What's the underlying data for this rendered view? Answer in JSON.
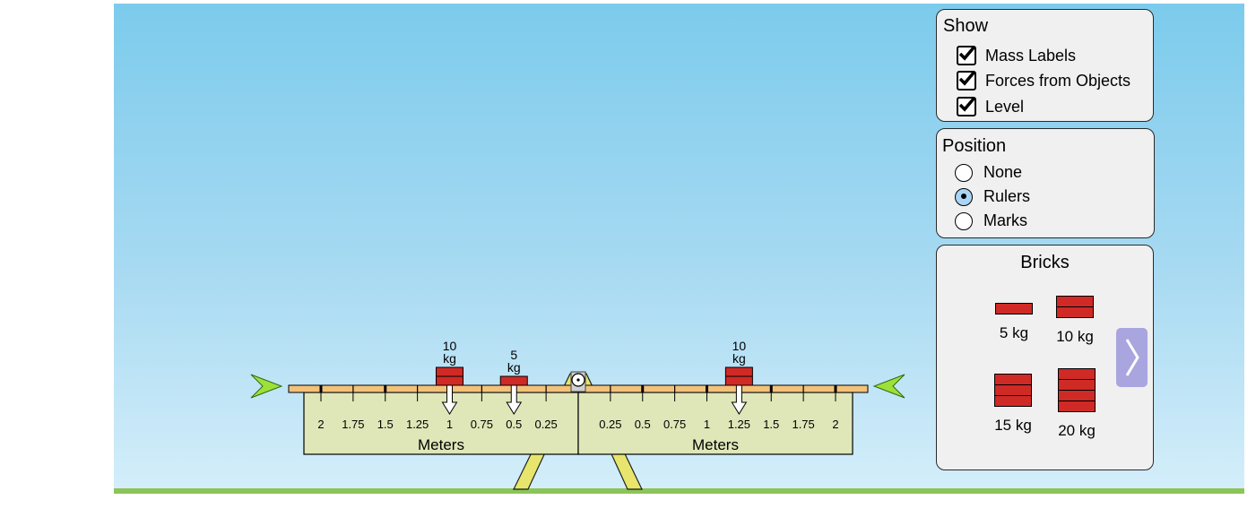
{
  "show_panel": {
    "title": "Show",
    "items": [
      {
        "label": "Mass Labels",
        "checked": true
      },
      {
        "label": "Forces from Objects",
        "checked": true
      },
      {
        "label": "Level",
        "checked": true
      }
    ]
  },
  "position_panel": {
    "title": "Position",
    "options": [
      {
        "label": "None",
        "selected": false
      },
      {
        "label": "Rulers",
        "selected": true
      },
      {
        "label": "Marks",
        "selected": false
      }
    ]
  },
  "bricks_panel": {
    "title": "Bricks",
    "items": [
      {
        "label": "5 kg"
      },
      {
        "label": "10 kg"
      },
      {
        "label": "15 kg"
      },
      {
        "label": "20 kg"
      }
    ]
  },
  "plank_bricks": [
    {
      "mass_label": "10",
      "unit": "kg",
      "position_m": -1
    },
    {
      "mass_label": "5",
      "unit": "kg",
      "position_m": -0.5
    },
    {
      "mass_label": "10",
      "unit": "kg",
      "position_m": 1.25
    }
  ],
  "ruler": {
    "left_ticks": [
      "2",
      "1.75",
      "1.5",
      "1.25",
      "1",
      "0.75",
      "0.5",
      "0.25"
    ],
    "right_ticks": [
      "0.25",
      "0.5",
      "0.75",
      "1",
      "1.25",
      "1.5",
      "1.75",
      "2"
    ],
    "left_label": "Meters",
    "right_label": "Meters"
  },
  "colors": {
    "brick": "#d02a26",
    "plank": "#f2c27a",
    "ruler": "#dfe6b8",
    "fulcrum": "#ece455",
    "level_indicator": "#9ee03a",
    "ground": "#8dc45a",
    "next_button": "#a9a5df"
  },
  "icons": {
    "checkbox": "checkmark-icon",
    "next": "chevron-right-icon",
    "level_left": "level-arrow-right-icon",
    "level_right": "level-arrow-left-icon",
    "force": "down-arrow-icon"
  }
}
